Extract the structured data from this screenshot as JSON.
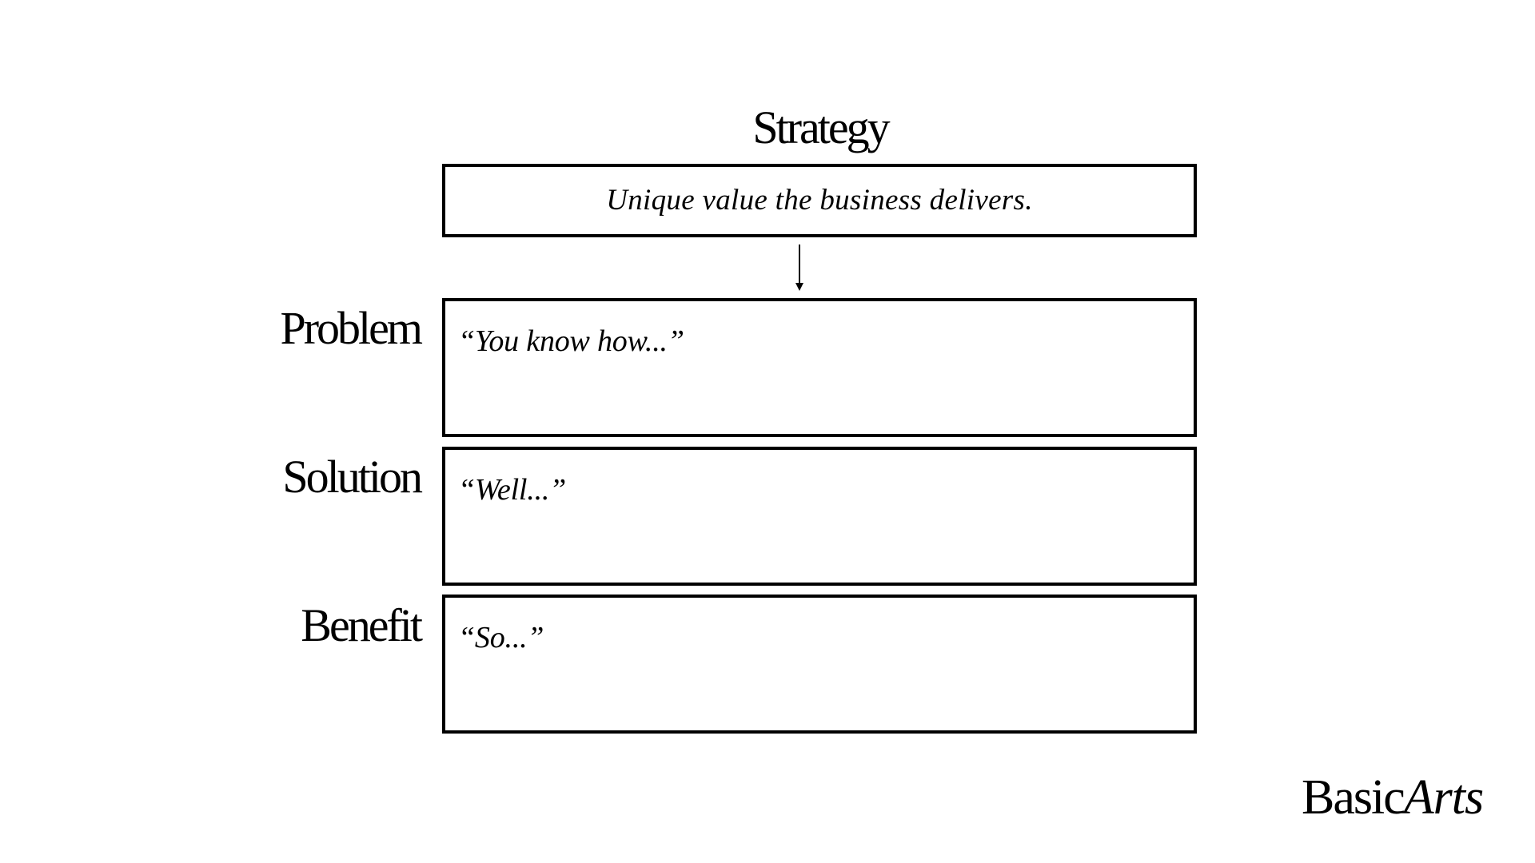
{
  "diagram": {
    "title": "Strategy",
    "strategy_description": "Unique value the business delivers.",
    "steps": [
      {
        "label": "Problem",
        "prompt": "“You know how...”"
      },
      {
        "label": "Solution",
        "prompt": "“Well...”"
      },
      {
        "label": "Benefit",
        "prompt": "“So...”"
      }
    ]
  },
  "logo": {
    "wordmark_regular": "Basic",
    "wordmark_italic": "Arts"
  },
  "colors": {
    "background": "#ffffff",
    "ink": "#000000"
  },
  "icons": {
    "connector": "down-arrow-icon"
  }
}
